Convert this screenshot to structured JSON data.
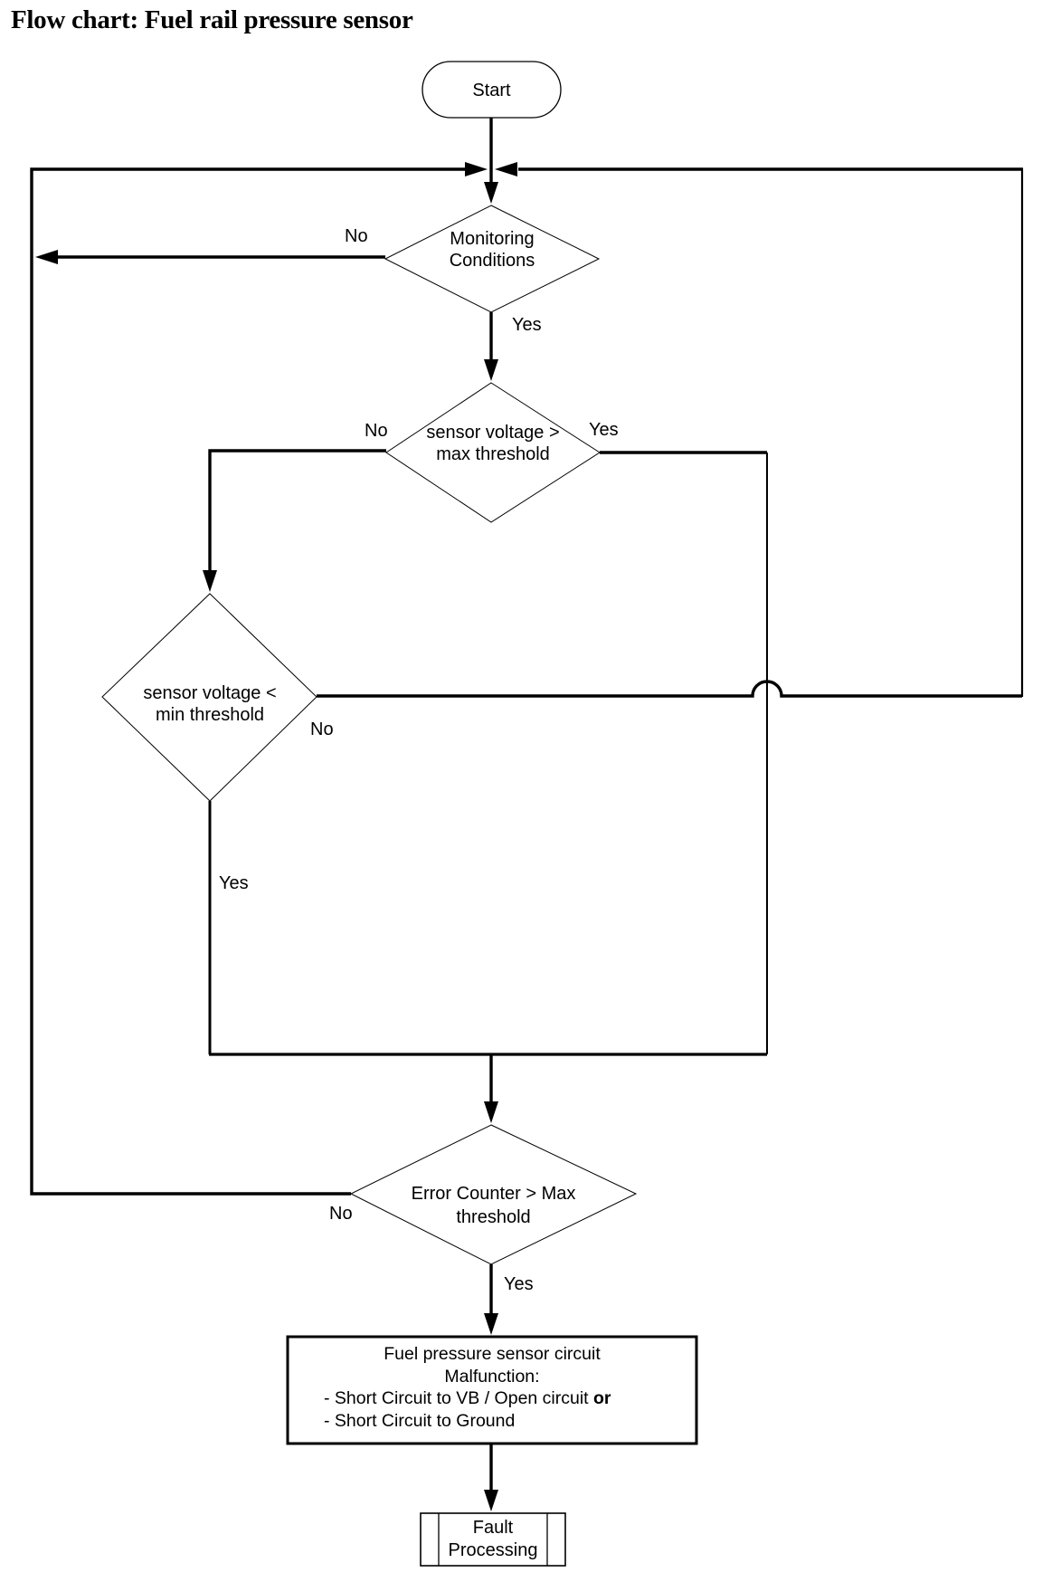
{
  "title": "Flow chart: Fuel rail pressure sensor",
  "colors": {
    "line": "#000000",
    "background": "#ffffff",
    "text": "#000000"
  },
  "nodes": {
    "start": {
      "type": "terminator",
      "label": "Start"
    },
    "monitoring": {
      "type": "decision",
      "line1": "Monitoring",
      "line2": "Conditions"
    },
    "max_threshold": {
      "type": "decision",
      "line1": "sensor voltage >",
      "line2": "max threshold"
    },
    "min_threshold": {
      "type": "decision",
      "line1": "sensor voltage <",
      "line2": "min threshold"
    },
    "error_counter": {
      "type": "decision",
      "line1": "Error Counter > Max",
      "line2": "threshold"
    },
    "malfunction": {
      "type": "process",
      "line1": "Fuel pressure sensor circuit",
      "line2": "Malfunction:",
      "line3": "- Short Circuit to VB / Open circuit ",
      "line3_bold": "or",
      "line4": "- Short Circuit to Ground"
    },
    "fault": {
      "type": "predefined-process",
      "line1": "Fault",
      "line2": "Processing"
    }
  },
  "edge_labels": {
    "monitoring_no": "No",
    "monitoring_yes": "Yes",
    "max_no": "No",
    "max_yes": "Yes",
    "min_no": "No",
    "min_yes": "Yes",
    "error_no": "No",
    "error_yes": "Yes"
  }
}
